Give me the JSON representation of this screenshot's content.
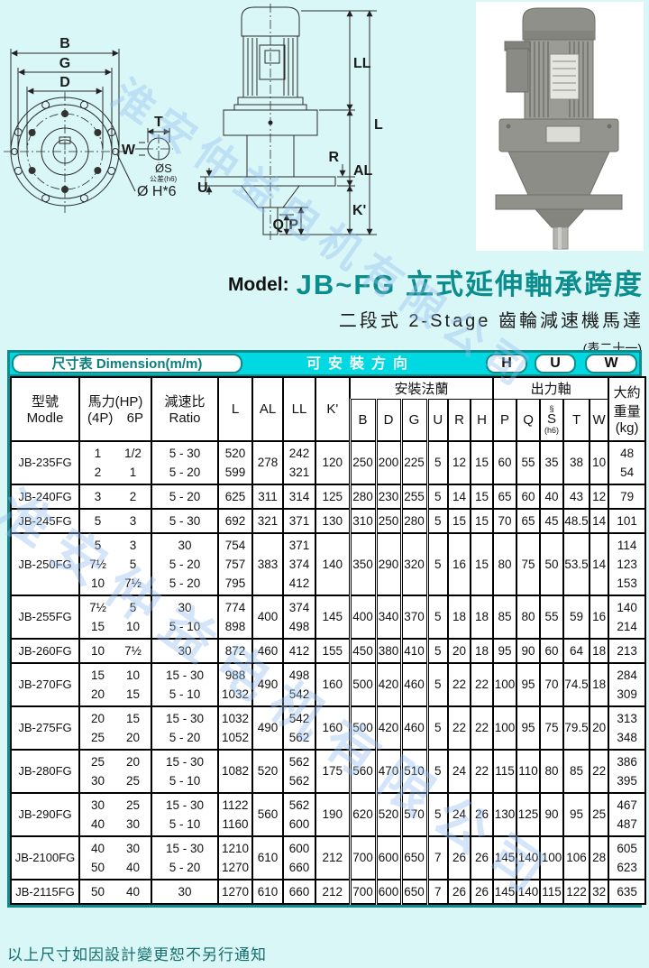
{
  "colors": {
    "page_bg": "#d9f7f7",
    "accent_teal": "#0e8c8c",
    "bright_cyan": "#00d8e2",
    "title_teal": "#0b8d8d",
    "footer_teal": "#156e6e",
    "watermark_blue": "#96bef0",
    "table_line": "#000000"
  },
  "page": {
    "watermark": "淮安仲益电机有限公司",
    "footer_note": "以上尺寸如因設計變更恕不另行通知"
  },
  "title": {
    "model_label": "Model:",
    "model_name": "JB~FG 立式延伸軸承跨度",
    "subtitle": "二段式 2-Stage 齒輪減速機馬達",
    "table_ref": "(表二十一)"
  },
  "tabs": {
    "dimension": "尺寸表 Dimension(m/m)",
    "mount_direction": "可安裝方向",
    "options": [
      "H",
      "U",
      "W"
    ]
  },
  "diagram": {
    "flange_view": {
      "b": "B",
      "g": "G",
      "d": "D",
      "hole": "Ø H*6",
      "t": "T",
      "w": "W",
      "s": "ØS",
      "tolerance": "公差(h6)"
    },
    "side_view": {
      "ll": "LL",
      "l": "L",
      "r": "R",
      "al": "AL",
      "k": "K'",
      "u": "U",
      "q": "Q",
      "p": "P"
    }
  },
  "table": {
    "headers": {
      "model_zh": "型號",
      "model_en": "Modle",
      "hp_zh": "馬力(HP)",
      "hp_4p": "(4P)",
      "hp_6p": "6P",
      "ratio_zh": "減速比",
      "ratio_en": "Ratio",
      "l": "L",
      "al": "AL",
      "ll": "LL",
      "k": "K'",
      "flange_group": "安裝法蘭",
      "flange_cols": [
        "B",
        "D",
        "G",
        "U",
        "R",
        "H"
      ],
      "shaft_group": "出力軸",
      "shaft_cols": [
        "P",
        "Q",
        "S",
        "T",
        "W"
      ],
      "s_sup": "§",
      "s_sub": "(h6)",
      "weight_zh1": "大約",
      "weight_zh2": "重量",
      "weight_unit": "(kg)"
    },
    "rows": [
      {
        "model": "JB-235FG",
        "hp4p": [
          "1",
          "2"
        ],
        "hp6p": [
          "1/2",
          "1"
        ],
        "ratio": [
          "5 - 30",
          "5 - 20"
        ],
        "L": [
          "520",
          "599"
        ],
        "AL": "278",
        "LL": [
          "242",
          "321"
        ],
        "K": "120",
        "B": "250",
        "D": "200",
        "G": "225",
        "U": "5",
        "R": "12",
        "H": "15",
        "P": "60",
        "Q": "55",
        "S": "35",
        "T": "38",
        "W": "10",
        "weight": [
          "48",
          "54"
        ]
      },
      {
        "model": "JB-240FG",
        "hp4p": [
          "3"
        ],
        "hp6p": [
          "2"
        ],
        "ratio": [
          "5 - 20"
        ],
        "L": [
          "625"
        ],
        "AL": "311",
        "LL": [
          "314"
        ],
        "K": "125",
        "B": "280",
        "D": "230",
        "G": "255",
        "U": "5",
        "R": "14",
        "H": "15",
        "P": "65",
        "Q": "60",
        "S": "40",
        "T": "43",
        "W": "12",
        "weight": [
          "79"
        ]
      },
      {
        "model": "JB-245FG",
        "hp4p": [
          "5"
        ],
        "hp6p": [
          "3"
        ],
        "ratio": [
          "5 - 30"
        ],
        "L": [
          "692"
        ],
        "AL": "321",
        "LL": [
          "371"
        ],
        "K": "130",
        "B": "310",
        "D": "250",
        "G": "280",
        "U": "5",
        "R": "15",
        "H": "15",
        "P": "70",
        "Q": "65",
        "S": "45",
        "T": "48.5",
        "W": "14",
        "weight": [
          "101"
        ]
      },
      {
        "model": "JB-250FG",
        "hp4p": [
          "5",
          "7½",
          "10"
        ],
        "hp6p": [
          "3",
          "5",
          "7½"
        ],
        "ratio": [
          "30",
          "5 - 20",
          "5 - 20"
        ],
        "L": [
          "754",
          "757",
          "795"
        ],
        "AL": "383",
        "LL": [
          "371",
          "374",
          "412"
        ],
        "K": "140",
        "B": "350",
        "D": "290",
        "G": "320",
        "U": "5",
        "R": "16",
        "H": "15",
        "P": "80",
        "Q": "75",
        "S": "50",
        "T": "53.5",
        "W": "14",
        "weight": [
          "114",
          "123",
          "153"
        ]
      },
      {
        "model": "JB-255FG",
        "hp4p": [
          "7½",
          "15"
        ],
        "hp6p": [
          "5",
          "10"
        ],
        "ratio": [
          "30",
          "5 - 10"
        ],
        "L": [
          "774",
          "898"
        ],
        "AL": "400",
        "LL": [
          "374",
          "498"
        ],
        "K": "145",
        "B": "400",
        "D": "340",
        "G": "370",
        "U": "5",
        "R": "18",
        "H": "18",
        "P": "85",
        "Q": "80",
        "S": "55",
        "T": "59",
        "W": "16",
        "weight": [
          "140",
          "214"
        ]
      },
      {
        "model": "JB-260FG",
        "hp4p": [
          "10"
        ],
        "hp6p": [
          "7½"
        ],
        "ratio": [
          "30"
        ],
        "L": [
          "872"
        ],
        "AL": "460",
        "LL": [
          "412"
        ],
        "K": "155",
        "B": "450",
        "D": "380",
        "G": "410",
        "U": "5",
        "R": "20",
        "H": "18",
        "P": "95",
        "Q": "90",
        "S": "60",
        "T": "64",
        "W": "18",
        "weight": [
          "213"
        ]
      },
      {
        "model": "JB-270FG",
        "hp4p": [
          "15",
          "20"
        ],
        "hp6p": [
          "10",
          "15"
        ],
        "ratio": [
          "15 - 30",
          "5 - 10"
        ],
        "L": [
          "988",
          "1032"
        ],
        "AL": "490",
        "LL": [
          "498",
          "542"
        ],
        "K": "160",
        "B": "500",
        "D": "420",
        "G": "460",
        "U": "5",
        "R": "22",
        "H": "22",
        "P": "100",
        "Q": "95",
        "S": "70",
        "T": "74.5",
        "W": "18",
        "weight": [
          "284",
          "309"
        ]
      },
      {
        "model": "JB-275FG",
        "hp4p": [
          "20",
          "25"
        ],
        "hp6p": [
          "15",
          "20"
        ],
        "ratio": [
          "15 - 30",
          "5 - 20"
        ],
        "L": [
          "1032",
          "1052"
        ],
        "AL": "490",
        "LL": [
          "542",
          "562"
        ],
        "K": "160",
        "B": "500",
        "D": "420",
        "G": "460",
        "U": "5",
        "R": "22",
        "H": "22",
        "P": "100",
        "Q": "95",
        "S": "75",
        "T": "79.5",
        "W": "20",
        "weight": [
          "313",
          "348"
        ]
      },
      {
        "model": "JB-280FG",
        "hp4p": [
          "25",
          "30"
        ],
        "hp6p": [
          "20",
          "25"
        ],
        "ratio": [
          "15 - 30",
          "5 - 10"
        ],
        "L": [
          "1082"
        ],
        "AL": "520",
        "LL": [
          "562",
          "562"
        ],
        "K": "175",
        "B": "560",
        "D": "470",
        "G": "510",
        "U": "5",
        "R": "24",
        "H": "22",
        "P": "115",
        "Q": "110",
        "S": "80",
        "T": "85",
        "W": "22",
        "weight": [
          "386",
          "395"
        ]
      },
      {
        "model": "JB-290FG",
        "hp4p": [
          "30",
          "40"
        ],
        "hp6p": [
          "25",
          "30"
        ],
        "ratio": [
          "15 - 30",
          "5 - 10"
        ],
        "L": [
          "1122",
          "1160"
        ],
        "AL": "560",
        "LL": [
          "562",
          "600"
        ],
        "K": "190",
        "B": "620",
        "D": "520",
        "G": "570",
        "U": "5",
        "R": "24",
        "H": "26",
        "P": "130",
        "Q": "125",
        "S": "90",
        "T": "95",
        "W": "25",
        "weight": [
          "467",
          "487"
        ]
      },
      {
        "model": "JB-2100FG",
        "hp4p": [
          "40",
          "50"
        ],
        "hp6p": [
          "30",
          "40"
        ],
        "ratio": [
          "15 - 30",
          "5 - 20"
        ],
        "L": [
          "1210",
          "1270"
        ],
        "AL": "610",
        "LL": [
          "600",
          "660"
        ],
        "K": "212",
        "B": "700",
        "D": "600",
        "G": "650",
        "U": "7",
        "R": "26",
        "H": "26",
        "P": "145",
        "Q": "140",
        "S": "100",
        "T": "106",
        "W": "28",
        "weight": [
          "605",
          "623"
        ]
      },
      {
        "model": "JB-2115FG",
        "hp4p": [
          "50"
        ],
        "hp6p": [
          "40"
        ],
        "ratio": [
          "30"
        ],
        "L": [
          "1270"
        ],
        "AL": "610",
        "LL": [
          "660"
        ],
        "K": "212",
        "B": "700",
        "D": "600",
        "G": "650",
        "U": "7",
        "R": "26",
        "H": "26",
        "P": "145",
        "Q": "140",
        "S": "115",
        "T": "122",
        "W": "32",
        "weight": [
          "635"
        ]
      }
    ]
  }
}
